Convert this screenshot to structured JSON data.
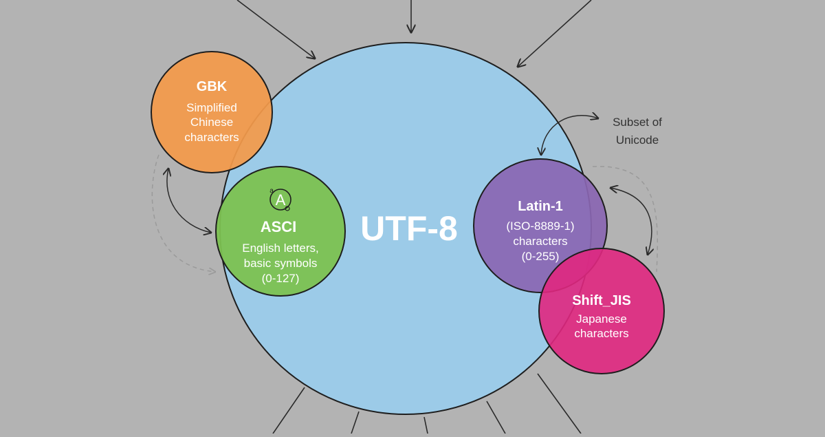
{
  "diagram": {
    "center": {
      "title": "UTF-8"
    },
    "nodes": [
      {
        "id": "gbk",
        "title": "GBK",
        "lines": [
          "Simplified",
          "Chinese",
          "characters"
        ],
        "color": "#f39a4a"
      },
      {
        "id": "ascii",
        "title": "ASCI",
        "icon_letter": "A",
        "icon_sup": "a",
        "lines": [
          "English letters,",
          "basic symbols",
          "(0-127)"
        ],
        "color": "#7cc151"
      },
      {
        "id": "latin1",
        "title": "Latin-1",
        "lines": [
          "(ISO-8889-1)",
          "characters",
          "(0-255)"
        ],
        "color": "#8a66b2"
      },
      {
        "id": "shiftjis",
        "title": "Shift_JIS",
        "lines": [
          "Japanese",
          "characters"
        ],
        "color": "#e0277f"
      }
    ],
    "annotation": {
      "lines": [
        "Subset of",
        "Unicode"
      ]
    },
    "colors": {
      "background": "#b3b3b3",
      "utf8": "#9ccbe8",
      "outline": "#1e1e1e",
      "arrow": "#2a2a2a",
      "dashed": "#9a9a9a"
    }
  }
}
